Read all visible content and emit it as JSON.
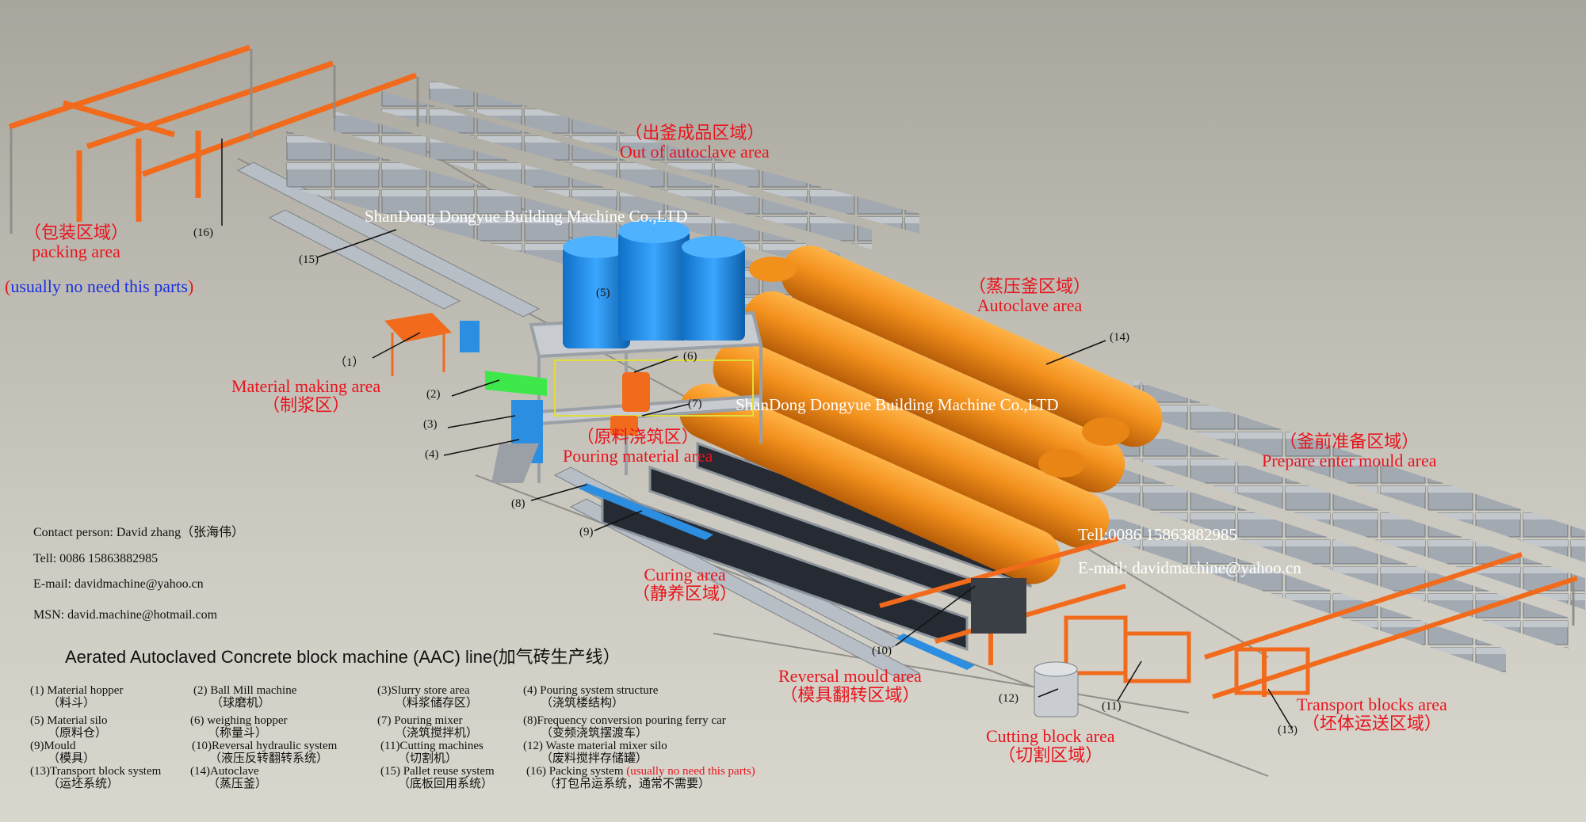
{
  "watermarks": {
    "company_top": "ShanDong Dongyue Building Machine Co.,LTD",
    "company_mid": "ShanDong Dongyue Building Machine Co.,LTD",
    "tel": "Tell:0086 15863882985",
    "email": "E-mail: davidmachine@yahoo.cn"
  },
  "areas": {
    "out_autoclave": {
      "zh": "（出釜成品区域）",
      "en": "Out of autoclave area"
    },
    "packing": {
      "zh": "（包装区域）",
      "en": "packing area"
    },
    "packing_note": {
      "open": "(",
      "text": "usually no need this parts",
      "close": ")"
    },
    "autoclave": {
      "zh": "（蒸压釜区域）",
      "en": "Autoclave area"
    },
    "material_making": {
      "en": "Material making area",
      "zh": "（制浆区）"
    },
    "pouring": {
      "zh": "（原料浇筑区）",
      "en": "Pouring material area"
    },
    "prepare": {
      "zh": "（釜前准备区域）",
      "en": "Prepare enter mould area"
    },
    "curing": {
      "en": "Curing area",
      "zh": "（静养区域）"
    },
    "reversal": {
      "en": "Reversal mould area",
      "zh": "（模具翻转区域）"
    },
    "cutting": {
      "en": "Cutting block area",
      "zh": "（切割区域）"
    },
    "transport": {
      "en": "Transport blocks area",
      "zh": "（坯体运送区域）"
    }
  },
  "callouts": {
    "n1": "（1）",
    "n2": "(2)",
    "n3": "(3)",
    "n4": "(4)",
    "n5": "(5)",
    "n6": "(6)",
    "n7": "(7)",
    "n8": "(8)",
    "n9": "(9)",
    "n10": "(10)",
    "n11": "(11)",
    "n12": "(12)",
    "n13": "(13)",
    "n14": "(14)",
    "n15": "(15)",
    "n16": "(16)"
  },
  "contact": {
    "person": "Contact person: David zhang（张海伟）",
    "tel": "Tell: 0086 15863882985",
    "email": "E-mail: davidmachine@yahoo.cn",
    "msn": "MSN: david.machine@hotmail.com"
  },
  "title": "Aerated Autoclaved Concrete block machine (AAC) line(加气砖生产线）",
  "legend": {
    "l1": {
      "en": "(1) Material hopper",
      "zh": "（料斗）"
    },
    "l2": {
      "en": "(2) Ball Mill machine",
      "zh": "（球磨机）"
    },
    "l3": {
      "en": "(3)Slurry store area",
      "zh": "（料浆储存区）"
    },
    "l4": {
      "en": "(4) Pouring system structure",
      "zh": "（浇筑楼结构）"
    },
    "l5": {
      "en": "(5) Material silo",
      "zh": "（原料仓）"
    },
    "l6": {
      "en": "(6) weighing hopper",
      "zh": "（称量斗）"
    },
    "l7": {
      "en": "(7) Pouring mixer",
      "zh": "（浇筑搅拌机）"
    },
    "l8": {
      "en": "(8)Frequency conversion pouring ferry car",
      "zh": "（变频浇筑摆渡车）"
    },
    "l9": {
      "en": "(9)Mould",
      "zh": "（模具）"
    },
    "l10": {
      "en": "(10)Reversal hydraulic system",
      "zh": "（液压反转翻转系统）"
    },
    "l11": {
      "en": "(11)Cutting machines",
      "zh": "（切割机）"
    },
    "l12": {
      "en": "(12) Waste material mixer silo",
      "zh": "（废料搅拌存储罐）"
    },
    "l13": {
      "en": "(13)Transport block system",
      "zh": "（运坯系统）"
    },
    "l14": {
      "en": "(14)Autoclave",
      "zh": "（蒸压釜）"
    },
    "l15": {
      "en": "(15) Pallet reuse system",
      "zh": "（底板回用系统）"
    },
    "l16": {
      "en": "(16) Packing system",
      "note": "(usually no need this parts)",
      "zh": "（打包吊运系统，通常不需要）"
    }
  },
  "colors": {
    "orange": "#f26a1b",
    "autoclave": "#f2901c",
    "silo": "#1f8ee8",
    "green": "#3ee84b",
    "label_red": "#e8141e",
    "blue_note": "#1a2fe0"
  }
}
